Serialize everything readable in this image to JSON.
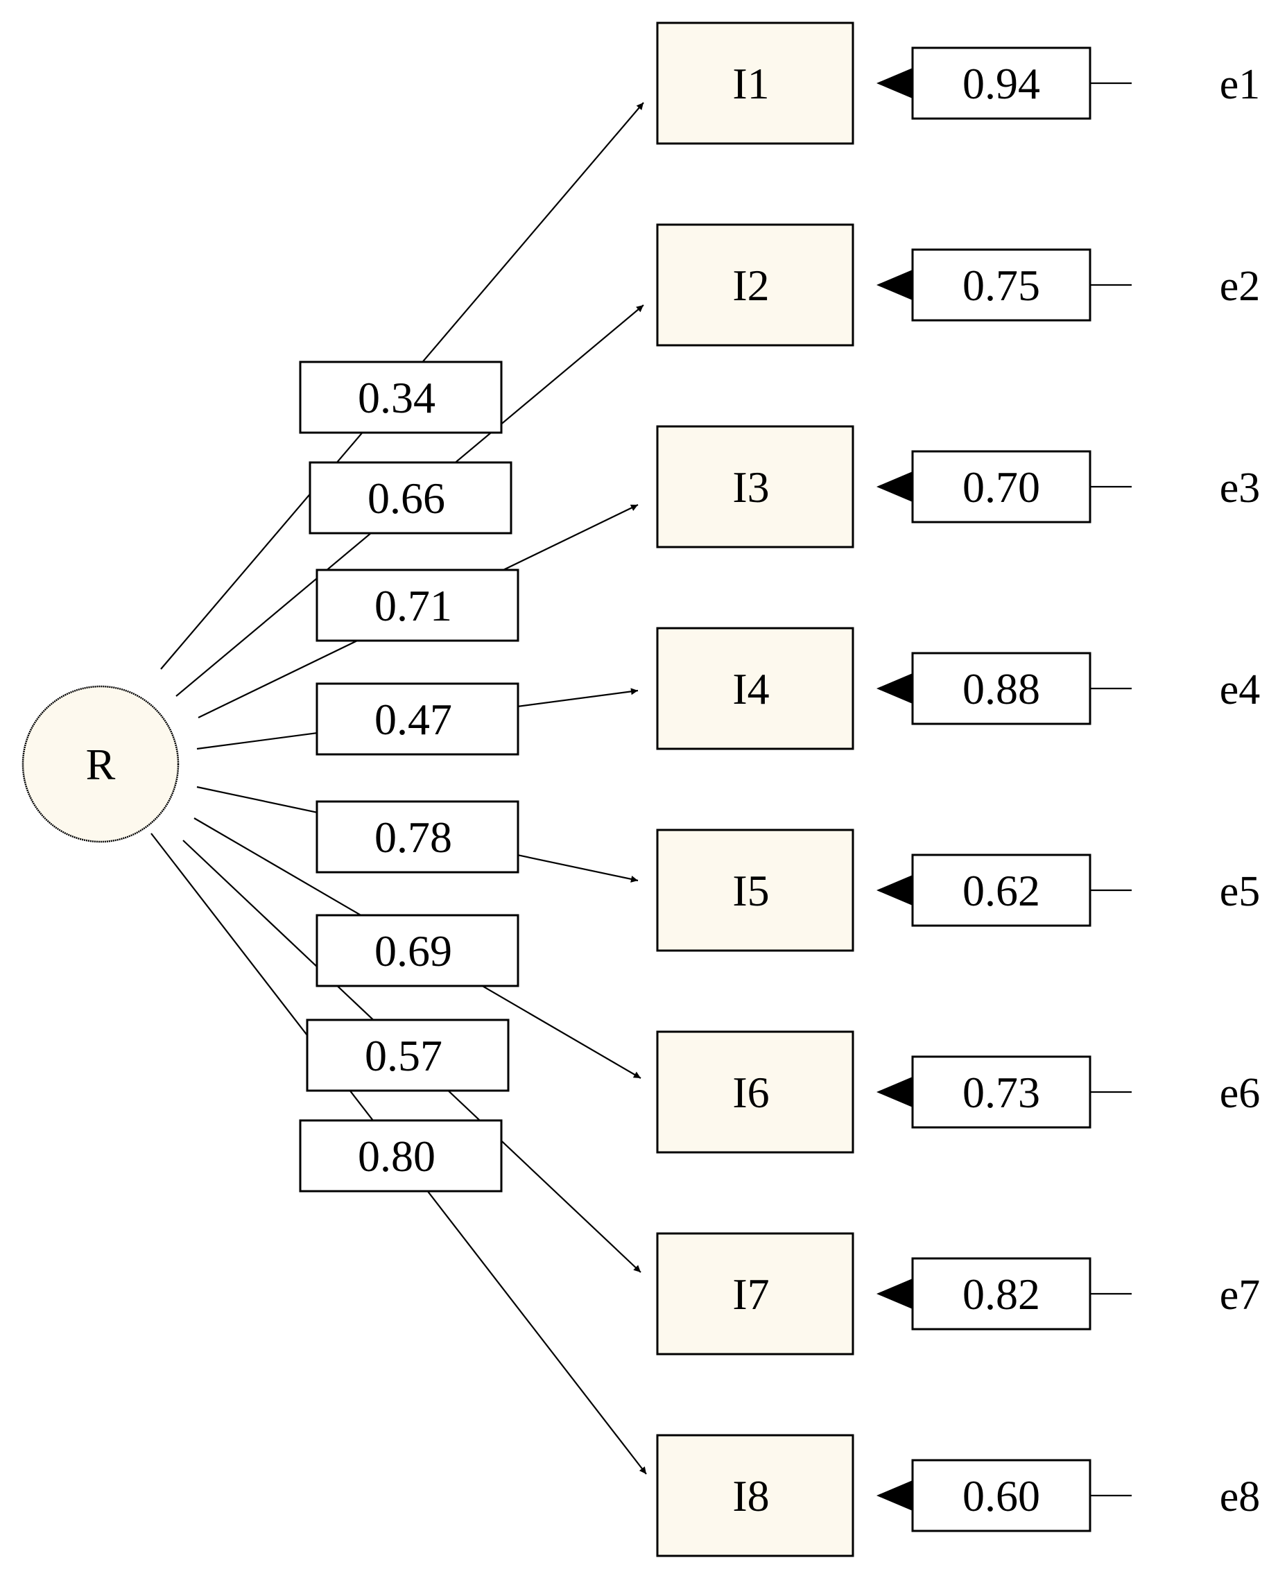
{
  "latent": {
    "label": "R"
  },
  "indicators": [
    {
      "label": "I1",
      "loading": "0.34",
      "error_variance": "0.94",
      "error_label": "e1"
    },
    {
      "label": "I2",
      "loading": "0.66",
      "error_variance": "0.75",
      "error_label": "e2"
    },
    {
      "label": "I3",
      "loading": "0.71",
      "error_variance": "0.70",
      "error_label": "e3"
    },
    {
      "label": "I4",
      "loading": "0.47",
      "error_variance": "0.88",
      "error_label": "e4"
    },
    {
      "label": "I5",
      "loading": "0.78",
      "error_variance": "0.62",
      "error_label": "e5"
    },
    {
      "label": "I6",
      "loading": "0.69",
      "error_variance": "0.73",
      "error_label": "e6"
    },
    {
      "label": "I7",
      "loading": "0.57",
      "error_variance": "0.82",
      "error_label": "e7"
    },
    {
      "label": "I8",
      "loading": "0.80",
      "error_variance": "0.60",
      "error_label": "e8"
    }
  ],
  "colors": {
    "node_fill": "#fdf9ee",
    "line": "#000000",
    "label_fill": "#ffffff"
  }
}
